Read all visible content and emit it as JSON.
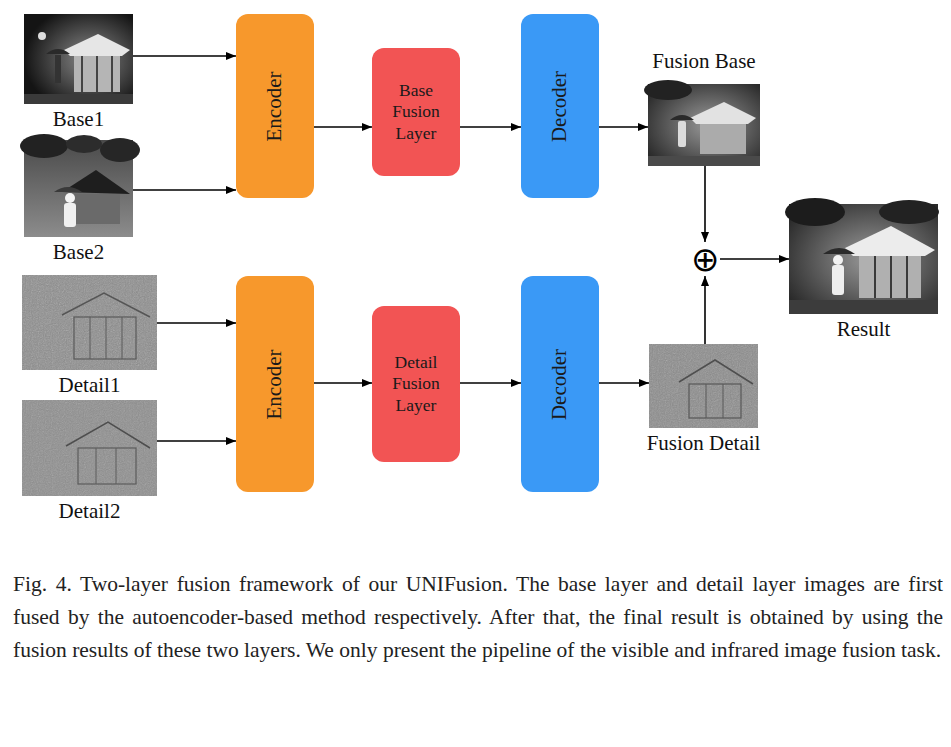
{
  "diagram": {
    "caption": "Fig. 4. Two-layer fusion framework of our UNIFusion. The base layer and detail layer images are first fused by the autoencoder-based method respectively. After that, the final result is obtained by using the fusion results of these two layers. We only present the pipeline of the visible and infrared image fusion task.",
    "nodes": [
      {
        "text": [
          "Base1"
        ]
      },
      {
        "text": [
          "Base2"
        ]
      },
      {
        "text": [
          "Encoder"
        ]
      },
      {
        "text": [
          "Base Fusion Layer"
        ]
      },
      {
        "text": [
          "Decoder"
        ]
      },
      {
        "text": [
          "Fusion Base"
        ]
      },
      {
        "text": [
          "⊕"
        ]
      },
      {
        "text": [
          "Result"
        ]
      },
      {
        "text": [
          "Detail1"
        ]
      },
      {
        "text": [
          "Detail2"
        ]
      },
      {
        "text": [
          "Encoder"
        ]
      },
      {
        "text": [
          "Detail Fusion Layer"
        ]
      },
      {
        "text": [
          "Decoder"
        ]
      },
      {
        "text": [
          "Fusion Detail"
        ]
      }
    ],
    "edges": [
      {
        "from": 0,
        "to": 2,
        "arrow": "to"
      },
      {
        "from": 1,
        "to": 2,
        "arrow": "to"
      },
      {
        "from": 2,
        "to": 3,
        "arrow": "to"
      },
      {
        "from": 3,
        "to": 4,
        "arrow": "to"
      },
      {
        "from": 4,
        "to": 5,
        "arrow": "to"
      },
      {
        "from": 5,
        "to": 6,
        "arrow": "to"
      },
      {
        "from": 6,
        "to": 7,
        "arrow": "to"
      },
      {
        "from": 8,
        "to": 10,
        "arrow": "to"
      },
      {
        "from": 9,
        "to": 10,
        "arrow": "to"
      },
      {
        "from": 10,
        "to": 11,
        "arrow": "to"
      },
      {
        "from": 11,
        "to": 12,
        "arrow": "to"
      },
      {
        "from": 12,
        "to": 13,
        "arrow": "to"
      },
      {
        "from": 13,
        "to": 6,
        "arrow": "to"
      }
    ]
  }
}
